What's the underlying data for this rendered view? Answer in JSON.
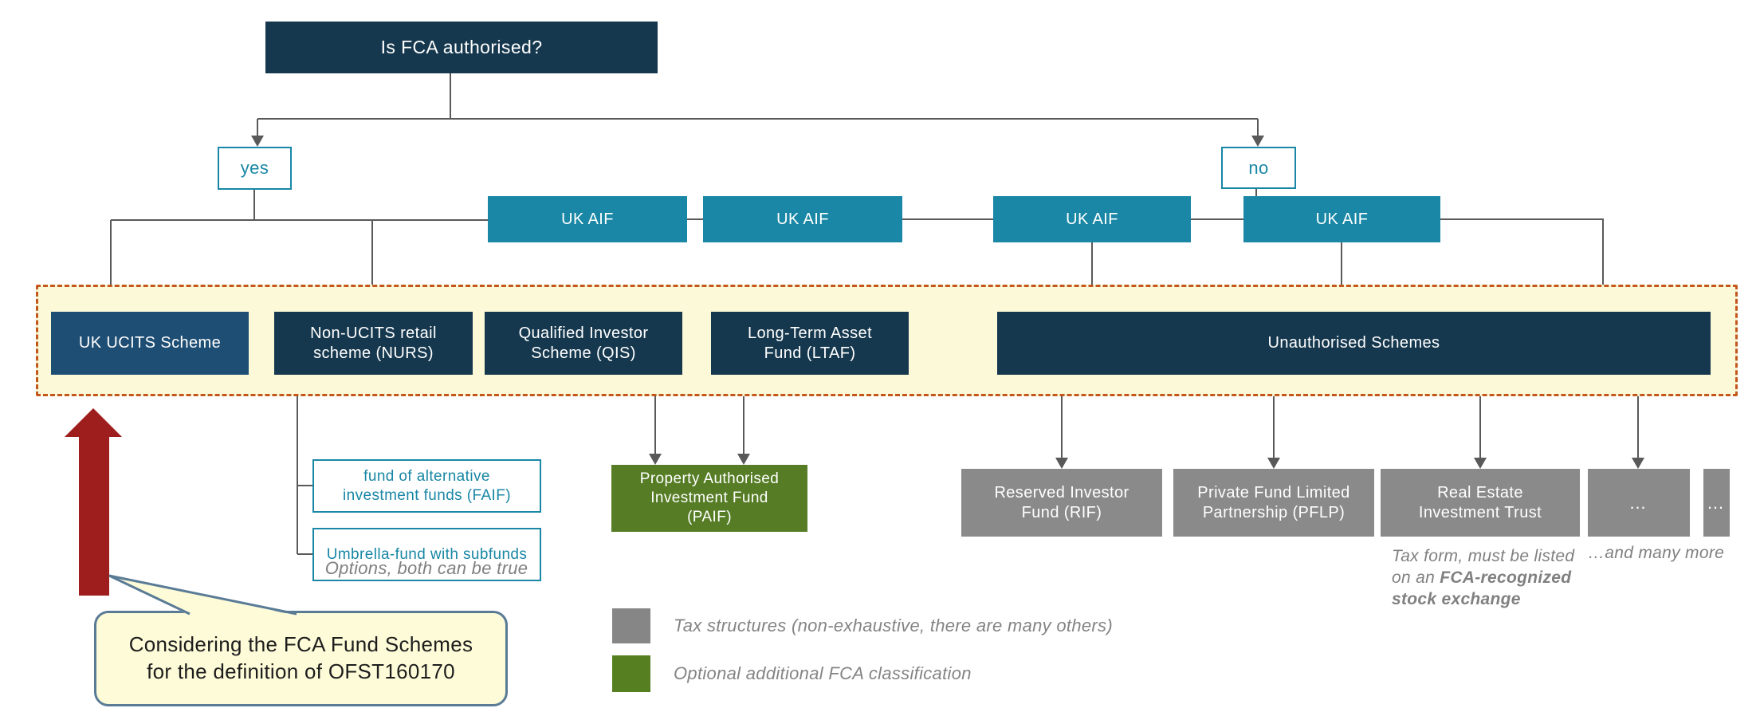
{
  "palette": {
    "navy": "#16384E",
    "medium_blue": "#1F4E74",
    "teal": "#1987A5",
    "gray_box": "#8A8A8A",
    "green": "#567D25",
    "band_fill": "#FBF9D8",
    "band_border": "#C4571B",
    "connector_gray": "#595959",
    "red_arrow": "#9E1E1E",
    "callout_fill": "#FDFBD8",
    "callout_border": "#5A7B96",
    "note_gray": "#808080"
  },
  "root": {
    "label": "Is FCA authorised?"
  },
  "branches": {
    "yes": "yes",
    "no": "no"
  },
  "aif_nodes": [
    {
      "label": "UK AIF"
    },
    {
      "label": "UK AIF"
    },
    {
      "label": "UK AIF"
    },
    {
      "label": "UK AIF"
    }
  ],
  "schemes": [
    {
      "label": "UK UCITS Scheme"
    },
    {
      "label": "Non-UCITS retail scheme (NURS)"
    },
    {
      "label": "Qualified Investor Scheme (QIS)"
    },
    {
      "label": "Long-Term Asset Fund (LTAF)"
    },
    {
      "label": "Unauthorised Schemes"
    }
  ],
  "nurs_options": {
    "items": [
      {
        "label": "fund of alternative investment funds (FAIF)"
      },
      {
        "label": "Umbrella-fund with subfunds"
      }
    ],
    "note": "Options, both can be true"
  },
  "paif": {
    "label": "Property Authorised Investment Fund (PAIF)"
  },
  "tax_structures": [
    {
      "label": "Reserved Investor Fund (RIF)"
    },
    {
      "label": "Private Fund Limited Partnership (PFLP)"
    },
    {
      "label": "Real Estate Investment Trust"
    },
    {
      "label": "…"
    },
    {
      "label": "…"
    }
  ],
  "reit_note": {
    "normal": "Tax form, must be listed on an ",
    "bold": "FCA-recognized stock exchange"
  },
  "more_note": "…and many more",
  "legend": {
    "items": [
      {
        "swatch": "gray-swatch",
        "label": "Tax structures (non-exhaustive, there are many others)"
      },
      {
        "swatch": "green-swatch",
        "label": "Optional additional FCA classification"
      }
    ]
  },
  "callout": {
    "line1": "Considering the FCA Fund Schemes",
    "line2": "for the definition of OFST160170"
  }
}
